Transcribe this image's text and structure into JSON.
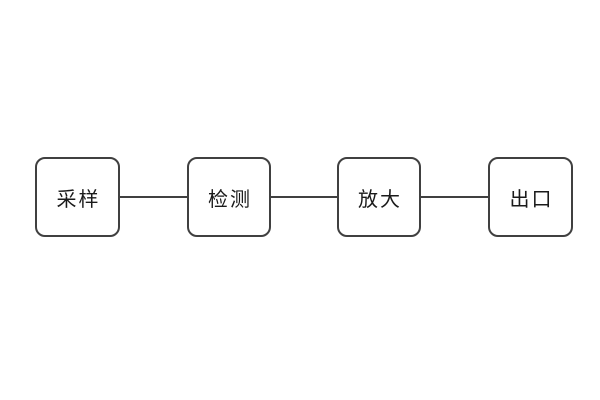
{
  "diagram": {
    "type": "flowchart",
    "orientation": "horizontal",
    "background_color": "#ffffff",
    "node_fill_color": "#ffffff",
    "node_border_color": "#404040",
    "connector_color": "#404040",
    "text_color": "#1a1a1a",
    "nodes": [
      {
        "id": "sampling",
        "label": "采样"
      },
      {
        "id": "detection",
        "label": "检测"
      },
      {
        "id": "amplification",
        "label": "放大"
      },
      {
        "id": "outlet",
        "label": "出口"
      }
    ],
    "connections": [
      {
        "from": "sampling",
        "to": "detection"
      },
      {
        "from": "detection",
        "to": "amplification"
      },
      {
        "from": "amplification",
        "to": "outlet"
      }
    ]
  }
}
